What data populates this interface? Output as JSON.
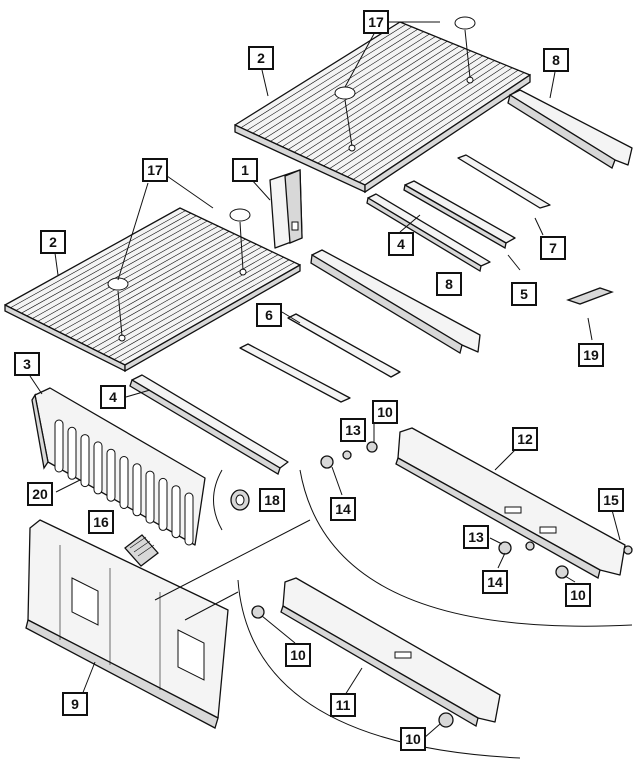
{
  "callouts": [
    {
      "id": "c-17-top",
      "label": "17"
    },
    {
      "id": "c-2-top",
      "label": "2"
    },
    {
      "id": "c-8-top",
      "label": "8"
    },
    {
      "id": "c-17-mid",
      "label": "17"
    },
    {
      "id": "c-1",
      "label": "1"
    },
    {
      "id": "c-2-mid",
      "label": "2"
    },
    {
      "id": "c-4-mid",
      "label": "4"
    },
    {
      "id": "c-7",
      "label": "7"
    },
    {
      "id": "c-8-mid",
      "label": "8"
    },
    {
      "id": "c-5",
      "label": "5"
    },
    {
      "id": "c-6",
      "label": "6"
    },
    {
      "id": "c-19",
      "label": "19"
    },
    {
      "id": "c-3",
      "label": "3"
    },
    {
      "id": "c-4-low",
      "label": "4"
    },
    {
      "id": "c-10-a",
      "label": "10"
    },
    {
      "id": "c-13-a",
      "label": "13"
    },
    {
      "id": "c-12",
      "label": "12"
    },
    {
      "id": "c-20",
      "label": "20"
    },
    {
      "id": "c-14-a",
      "label": "14"
    },
    {
      "id": "c-18",
      "label": "18"
    },
    {
      "id": "c-15",
      "label": "15"
    },
    {
      "id": "c-16",
      "label": "16"
    },
    {
      "id": "c-13-b",
      "label": "13"
    },
    {
      "id": "c-14-b",
      "label": "14"
    },
    {
      "id": "c-10-b",
      "label": "10"
    },
    {
      "id": "c-10-c",
      "label": "10"
    },
    {
      "id": "c-9",
      "label": "9"
    },
    {
      "id": "c-11",
      "label": "11"
    },
    {
      "id": "c-10-d",
      "label": "10"
    }
  ]
}
